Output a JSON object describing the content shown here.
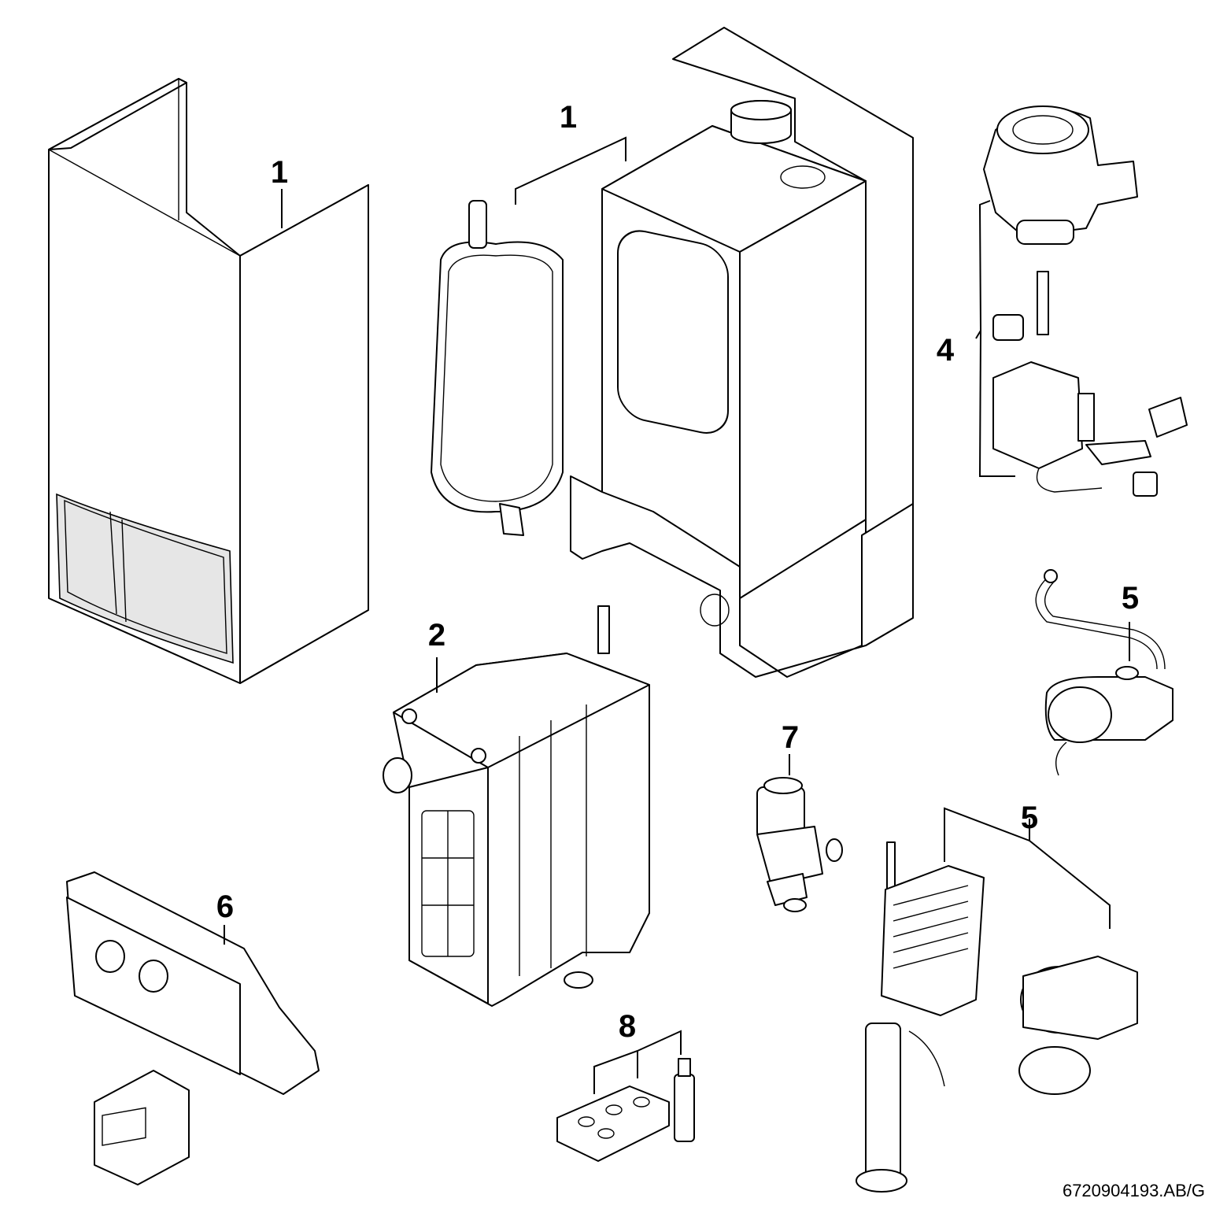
{
  "callouts": {
    "c1a": "1",
    "c1b": "1",
    "c2": "2",
    "c4": "4",
    "c5a": "5",
    "c5b": "5",
    "c6": "6",
    "c7": "7",
    "c8": "8"
  },
  "doc_code": "6720904193.AB/G"
}
